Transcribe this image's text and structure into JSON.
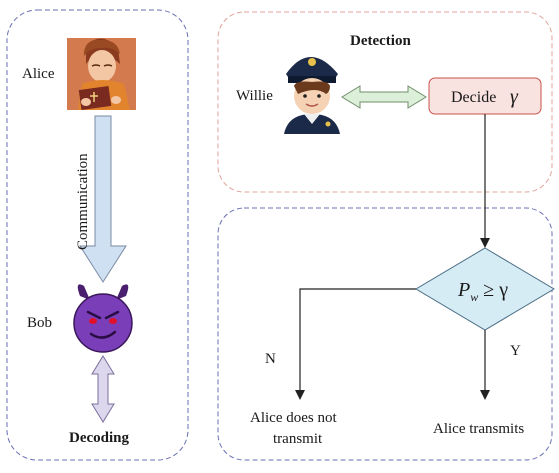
{
  "left_panel": {
    "alice_label": "Alice",
    "communication_label": "Communication",
    "bob_label": "Bob",
    "decoding_label": "Decoding"
  },
  "detection_panel": {
    "title": "Detection",
    "willie_label": "Willie",
    "decide_label": "Decide",
    "decide_symbol": "γ"
  },
  "decision_panel": {
    "condition_main": "P",
    "condition_sub": "w",
    "condition_rest": " ≥ γ",
    "no_label": "N",
    "yes_label": "Y",
    "no_outcome_line1": "Alice does not",
    "no_outcome_line2": "transmit",
    "yes_outcome": "Alice transmits"
  },
  "colors": {
    "left_border": "#6a6fb5",
    "detection_border": "#e0a39a",
    "decision_border": "#6a6fb5",
    "arrow_fill": "#cfe0f2",
    "double_arrow_fill": "#dcd7ec",
    "horizontal_arrow_fill": "#dcefd8",
    "decide_box_fill": "#f9e3e0",
    "decide_box_border": "#c7514a",
    "diamond_fill": "#d6ecf5",
    "devil_purple": "#7a3fb8"
  },
  "icons": [
    "alice-reading-icon",
    "police-officer-icon",
    "devil-face-icon"
  ]
}
